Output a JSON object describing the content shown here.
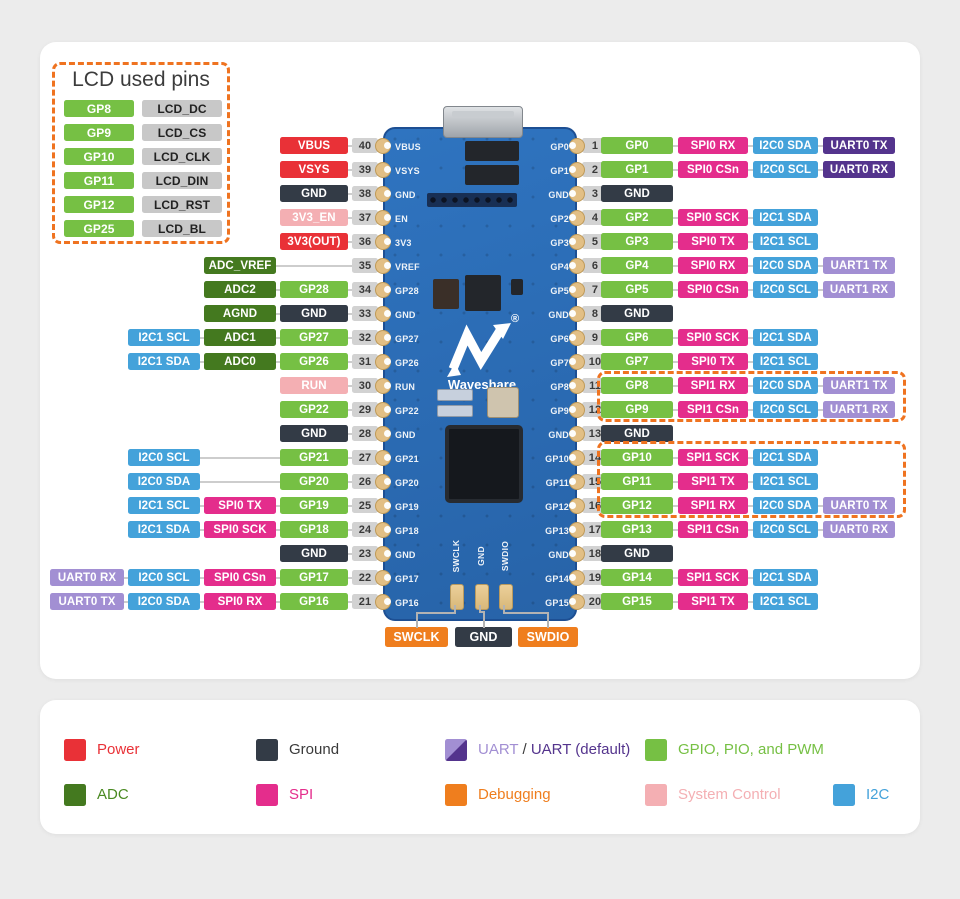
{
  "colors": {
    "power": "#e93137",
    "ground": "#333b46",
    "gpio": "#76c044",
    "adc": "#44791f",
    "spi": "#e42d8c",
    "i2c": "#44a2da",
    "uart": "#a28fd3",
    "uart_default": "#54348d",
    "debug": "#ef7e1e",
    "system": "#f4afb3",
    "dash_border": "#ef7320",
    "number_badge": "#d2d2d2",
    "lcd_func_badge": "#c8c8c8"
  },
  "lcd_box": {
    "title": "LCD used pins",
    "rows": [
      {
        "gp": "GP8",
        "func": "LCD_DC"
      },
      {
        "gp": "GP9",
        "func": "LCD_CS"
      },
      {
        "gp": "GP10",
        "func": "LCD_CLK"
      },
      {
        "gp": "GP11",
        "func": "LCD_DIN"
      },
      {
        "gp": "GP12",
        "func": "LCD_RST"
      },
      {
        "gp": "GP25",
        "func": "LCD_BL"
      }
    ]
  },
  "left_pins": [
    {
      "num": "40",
      "badges": [
        {
          "label": "VBUS",
          "type": "power",
          "col": 0
        }
      ]
    },
    {
      "num": "39",
      "badges": [
        {
          "label": "VSYS",
          "type": "power",
          "col": 0
        }
      ]
    },
    {
      "num": "38",
      "badges": [
        {
          "label": "GND",
          "type": "ground",
          "col": 0
        }
      ]
    },
    {
      "num": "37",
      "badges": [
        {
          "label": "3V3_EN",
          "type": "system",
          "col": 0
        }
      ]
    },
    {
      "num": "36",
      "badges": [
        {
          "label": "3V3(OUT)",
          "type": "power",
          "col": 0
        }
      ]
    },
    {
      "num": "35",
      "badges": [
        {
          "label": "ADC_VREF",
          "type": "adc",
          "col": 1
        }
      ]
    },
    {
      "num": "34",
      "badges": [
        {
          "label": "GP28",
          "type": "gpio",
          "col": 0
        },
        {
          "label": "ADC2",
          "type": "adc",
          "col": 1
        }
      ]
    },
    {
      "num": "33",
      "badges": [
        {
          "label": "GND",
          "type": "ground",
          "col": 0
        },
        {
          "label": "AGND",
          "type": "adc",
          "col": 1
        }
      ]
    },
    {
      "num": "32",
      "badges": [
        {
          "label": "GP27",
          "type": "gpio",
          "col": 0
        },
        {
          "label": "ADC1",
          "type": "adc",
          "col": 1
        },
        {
          "label": "I2C1 SCL",
          "type": "i2c",
          "col": 2
        }
      ]
    },
    {
      "num": "31",
      "badges": [
        {
          "label": "GP26",
          "type": "gpio",
          "col": 0
        },
        {
          "label": "ADC0",
          "type": "adc",
          "col": 1
        },
        {
          "label": "I2C1 SDA",
          "type": "i2c",
          "col": 2
        }
      ]
    },
    {
      "num": "30",
      "badges": [
        {
          "label": "RUN",
          "type": "system",
          "col": 0
        }
      ]
    },
    {
      "num": "29",
      "badges": [
        {
          "label": "GP22",
          "type": "gpio",
          "col": 0
        }
      ]
    },
    {
      "num": "28",
      "badges": [
        {
          "label": "GND",
          "type": "ground",
          "col": 0
        }
      ]
    },
    {
      "num": "27",
      "badges": [
        {
          "label": "GP21",
          "type": "gpio",
          "col": 0
        },
        {
          "label": "I2C0 SCL",
          "type": "i2c",
          "col": 2
        }
      ]
    },
    {
      "num": "26",
      "badges": [
        {
          "label": "GP20",
          "type": "gpio",
          "col": 0
        },
        {
          "label": "I2C0 SDA",
          "type": "i2c",
          "col": 2
        }
      ]
    },
    {
      "num": "25",
      "badges": [
        {
          "label": "GP19",
          "type": "gpio",
          "col": 0
        },
        {
          "label": "SPI0 TX",
          "type": "spi",
          "col": 1
        },
        {
          "label": "I2C1 SCL",
          "type": "i2c",
          "col": 2
        }
      ]
    },
    {
      "num": "24",
      "badges": [
        {
          "label": "GP18",
          "type": "gpio",
          "col": 0
        },
        {
          "label": "SPI0 SCK",
          "type": "spi",
          "col": 1
        },
        {
          "label": "I2C1 SDA",
          "type": "i2c",
          "col": 2
        }
      ]
    },
    {
      "num": "23",
      "badges": [
        {
          "label": "GND",
          "type": "ground",
          "col": 0
        }
      ]
    },
    {
      "num": "22",
      "badges": [
        {
          "label": "GP17",
          "type": "gpio",
          "col": 0
        },
        {
          "label": "SPI0 CSn",
          "type": "spi",
          "col": 1
        },
        {
          "label": "I2C0 SCL",
          "type": "i2c",
          "col": 2
        },
        {
          "label": "UART0 RX",
          "type": "uart",
          "col": 3
        }
      ]
    },
    {
      "num": "21",
      "badges": [
        {
          "label": "GP16",
          "type": "gpio",
          "col": 0
        },
        {
          "label": "SPI0 RX",
          "type": "spi",
          "col": 1
        },
        {
          "label": "I2C0 SDA",
          "type": "i2c",
          "col": 2
        },
        {
          "label": "UART0 TX",
          "type": "uart",
          "col": 3
        }
      ]
    }
  ],
  "right_pins": [
    {
      "num": "1",
      "badges": [
        {
          "label": "GP0",
          "type": "gpio"
        },
        {
          "label": "SPI0 RX",
          "type": "spi"
        },
        {
          "label": "I2C0 SDA",
          "type": "i2c"
        },
        {
          "label": "UART0 TX",
          "type": "uart_default"
        }
      ]
    },
    {
      "num": "2",
      "badges": [
        {
          "label": "GP1",
          "type": "gpio"
        },
        {
          "label": "SPI0 CSn",
          "type": "spi"
        },
        {
          "label": "I2C0 SCL",
          "type": "i2c"
        },
        {
          "label": "UART0 RX",
          "type": "uart_default"
        }
      ]
    },
    {
      "num": "3",
      "badges": [
        {
          "label": "GND",
          "type": "ground"
        }
      ]
    },
    {
      "num": "4",
      "badges": [
        {
          "label": "GP2",
          "type": "gpio"
        },
        {
          "label": "SPI0 SCK",
          "type": "spi"
        },
        {
          "label": "I2C1 SDA",
          "type": "i2c"
        }
      ]
    },
    {
      "num": "5",
      "badges": [
        {
          "label": "GP3",
          "type": "gpio"
        },
        {
          "label": "SPI0 TX",
          "type": "spi"
        },
        {
          "label": "I2C1 SCL",
          "type": "i2c"
        }
      ]
    },
    {
      "num": "6",
      "badges": [
        {
          "label": "GP4",
          "type": "gpio"
        },
        {
          "label": "SPI0 RX",
          "type": "spi"
        },
        {
          "label": "I2C0 SDA",
          "type": "i2c"
        },
        {
          "label": "UART1 TX",
          "type": "uart"
        }
      ]
    },
    {
      "num": "7",
      "badges": [
        {
          "label": "GP5",
          "type": "gpio"
        },
        {
          "label": "SPI0 CSn",
          "type": "spi"
        },
        {
          "label": "I2C0 SCL",
          "type": "i2c"
        },
        {
          "label": "UART1 RX",
          "type": "uart"
        }
      ]
    },
    {
      "num": "8",
      "badges": [
        {
          "label": "GND",
          "type": "ground"
        }
      ]
    },
    {
      "num": "9",
      "badges": [
        {
          "label": "GP6",
          "type": "gpio"
        },
        {
          "label": "SPI0 SCK",
          "type": "spi"
        },
        {
          "label": "I2C1 SDA",
          "type": "i2c"
        }
      ]
    },
    {
      "num": "10",
      "badges": [
        {
          "label": "GP7",
          "type": "gpio"
        },
        {
          "label": "SPI0 TX",
          "type": "spi"
        },
        {
          "label": "I2C1 SCL",
          "type": "i2c"
        }
      ]
    },
    {
      "num": "11",
      "badges": [
        {
          "label": "GP8",
          "type": "gpio"
        },
        {
          "label": "SPI1 RX",
          "type": "spi"
        },
        {
          "label": "I2C0 SDA",
          "type": "i2c"
        },
        {
          "label": "UART1 TX",
          "type": "uart"
        }
      ]
    },
    {
      "num": "12",
      "badges": [
        {
          "label": "GP9",
          "type": "gpio"
        },
        {
          "label": "SPI1 CSn",
          "type": "spi"
        },
        {
          "label": "I2C0 SCL",
          "type": "i2c"
        },
        {
          "label": "UART1 RX",
          "type": "uart"
        }
      ]
    },
    {
      "num": "13",
      "badges": [
        {
          "label": "GND",
          "type": "ground"
        }
      ]
    },
    {
      "num": "14",
      "badges": [
        {
          "label": "GP10",
          "type": "gpio"
        },
        {
          "label": "SPI1 SCK",
          "type": "spi"
        },
        {
          "label": "I2C1 SDA",
          "type": "i2c"
        }
      ]
    },
    {
      "num": "15",
      "badges": [
        {
          "label": "GP11",
          "type": "gpio"
        },
        {
          "label": "SPI1 TX",
          "type": "spi"
        },
        {
          "label": "I2C1 SCL",
          "type": "i2c"
        }
      ]
    },
    {
      "num": "16",
      "badges": [
        {
          "label": "GP12",
          "type": "gpio"
        },
        {
          "label": "SPI1 RX",
          "type": "spi"
        },
        {
          "label": "I2C0 SDA",
          "type": "i2c"
        },
        {
          "label": "UART0 TX",
          "type": "uart"
        }
      ]
    },
    {
      "num": "17",
      "badges": [
        {
          "label": "GP13",
          "type": "gpio"
        },
        {
          "label": "SPI1 CSn",
          "type": "spi"
        },
        {
          "label": "I2C0 SCL",
          "type": "i2c"
        },
        {
          "label": "UART0 RX",
          "type": "uart"
        }
      ]
    },
    {
      "num": "18",
      "badges": [
        {
          "label": "GND",
          "type": "ground"
        }
      ]
    },
    {
      "num": "19",
      "badges": [
        {
          "label": "GP14",
          "type": "gpio"
        },
        {
          "label": "SPI1 SCK",
          "type": "spi"
        },
        {
          "label": "I2C1 SDA",
          "type": "i2c"
        }
      ]
    },
    {
      "num": "20",
      "badges": [
        {
          "label": "GP15",
          "type": "gpio"
        },
        {
          "label": "SPI1 TX",
          "type": "spi"
        },
        {
          "label": "I2C1 SCL",
          "type": "i2c"
        }
      ]
    }
  ],
  "board": {
    "brand": "Waveshare",
    "reg": "®",
    "silk_left": [
      "VBUS",
      "VSYS",
      "GND",
      "EN",
      "3V3",
      "VREF",
      "GP28",
      "GND",
      "GP27",
      "GP26",
      "RUN",
      "GP22",
      "GND",
      "GP21",
      "GP20",
      "GP19",
      "GP18",
      "GND",
      "GP17",
      "GP16"
    ],
    "silk_right": [
      "GP0",
      "GP1",
      "GND",
      "GP2",
      "GP3",
      "GP4",
      "GP5",
      "GND",
      "GP6",
      "GP7",
      "GP8",
      "GP9",
      "GND",
      "GP10",
      "GP11",
      "GP12",
      "GP13",
      "GND",
      "GP14",
      "GP15"
    ],
    "debug_pads": [
      "SWCLK",
      "GND",
      "SWDIO"
    ]
  },
  "debug_badges": [
    {
      "label": "SWCLK",
      "type": "debug"
    },
    {
      "label": "GND",
      "type": "ground"
    },
    {
      "label": "SWDIO",
      "type": "debug"
    }
  ],
  "legend": {
    "rows": [
      [
        {
          "label": "Power",
          "type": "power"
        },
        {
          "label": "Ground",
          "type": "ground",
          "label_color": "#3a3a3a"
        },
        {
          "type": "uart_combo",
          "parts": [
            {
              "text": "UART ",
              "type": "uart"
            },
            {
              "text": "/ ",
              "color": "#3a3a3a"
            },
            {
              "text": "UART (default)",
              "type": "uart_default"
            }
          ]
        },
        {
          "label": "GPIO, PIO, and PWM",
          "type": "gpio"
        }
      ],
      [
        {
          "label": "ADC",
          "type": "adc",
          "label_color": "#4a8a22"
        },
        {
          "label": "SPI",
          "type": "spi"
        },
        {
          "label": "Debugging",
          "type": "debug"
        },
        {
          "label": "System Control",
          "type": "system"
        },
        {
          "label": "I2C",
          "type": "i2c"
        }
      ]
    ]
  }
}
